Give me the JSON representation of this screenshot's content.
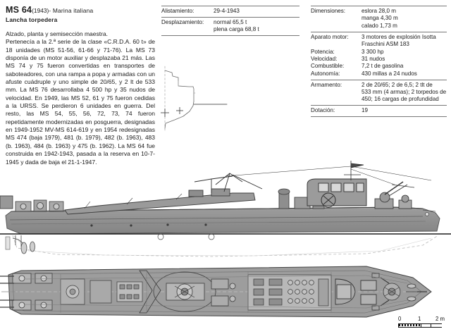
{
  "sheet": {
    "title_name": "MS 64",
    "title_year": "(1943)",
    "title_navy": "- Marina italiana",
    "subtitle": "Lancha torpedera",
    "caption_views": "Alzado, planta y semisección maestra.",
    "description": "Pertenecía a la 2.ª serie de la clase «C.R.D.A. 60 t» de 18 unidades (MS 51-56, 61-66 y 71-76). La MS 73 disponía de un motor auxiliar y desplazaba 21 más. Las MS 74 y 75 fueron convertidas en transportes de saboteadores, con una rampa a popa y armadas con un afuste cuádruple y uno simple de 20/65, y 2 lt de 533 mm. La MS 76 desarrollaba 4 500 hp y 35 nudos de velocidad. En 1949, las MS 52, 61 y 75 fueron cedidas a la URSS. Se perdieron 6 unidades en guerra. Del resto, las MS 54, 55, 56, 72, 73, 74 fueron repetidamente modernizadas en posguerra, designadas en 1949-1952 MV-MS 614-619 y en 1954 redesignadas MS 474 (baja 1979), 481 (b. 1979), 482 (b. 1963), 483 (b. 1963), 484 (b. 1963) y 475 (b. 1962). La MS 64 fue construida en 1942-1943, pasada a la reserva en 10-7-1945 y dada de baja el 21-1-1947."
  },
  "spec_left": {
    "rows": [
      {
        "label": "Alistamiento:",
        "values": [
          "29-4-1943"
        ]
      },
      {
        "label": "Desplazamiento:",
        "values": [
          "normal 65,5 t",
          "plena carga 68,8 t"
        ]
      }
    ]
  },
  "spec_right": {
    "dimensions": {
      "label": "Dimensiones:",
      "values": [
        "eslora 28,0 m",
        "manga 4,30 m",
        "calado 1,73 m"
      ]
    },
    "machinery": {
      "engine_label": "Aparato motor:",
      "engine_values": [
        "3 motores de explosión Isotta",
        "Fraschini ASM 183"
      ],
      "power_label": "Potencia:",
      "power_value": "3 300 hp",
      "speed_label": "Velocidad:",
      "speed_value": "31 nudos",
      "fuel_label": "Combustible:",
      "fuel_value": "7,2 t de gasolina",
      "range_label": "Autonomía:",
      "range_value": "430 millas a 24 nudos"
    },
    "armament": {
      "label": "Armamento:",
      "values": [
        "2 de 20/65; 2 de 6,5; 2 tlt de",
        "533 mm (4 armas); 2 torpedos de",
        "450; 16 cargas de profundidad"
      ]
    },
    "crew": {
      "label": "Dotación:",
      "value": "19"
    }
  },
  "scale": {
    "ticks": [
      "0",
      "1",
      "2 m"
    ]
  }
}
